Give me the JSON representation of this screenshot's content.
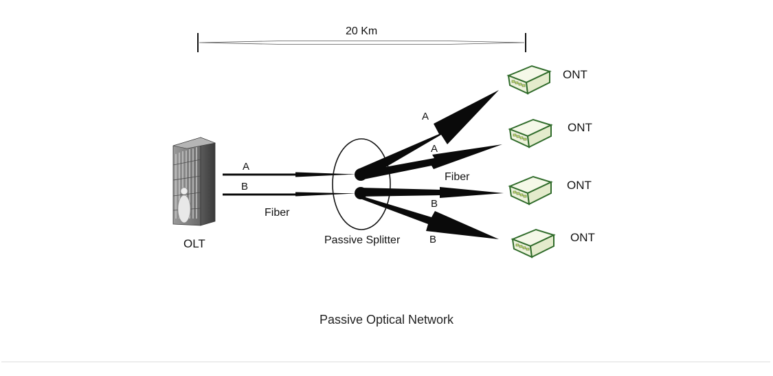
{
  "distance": "20 Km",
  "olt_label": "OLT",
  "splitter_label": "Passive Splitter",
  "fiber_label_left": "Fiber",
  "fiber_label_right": "Fiber",
  "line_labels_left": [
    "A",
    "B"
  ],
  "branch_labels": [
    "A",
    "A",
    "B",
    "B"
  ],
  "ont_labels": [
    "ONT",
    "ONT",
    "ONT",
    "ONT"
  ],
  "caption": "Passive Optical Network",
  "colors": {
    "ont_body": "#f5f8e8",
    "ont_border": "#2f6b2a",
    "ont_ports": "#c8de7a",
    "fiber": "#0a0a0a",
    "rack": "#6c6c6c"
  }
}
